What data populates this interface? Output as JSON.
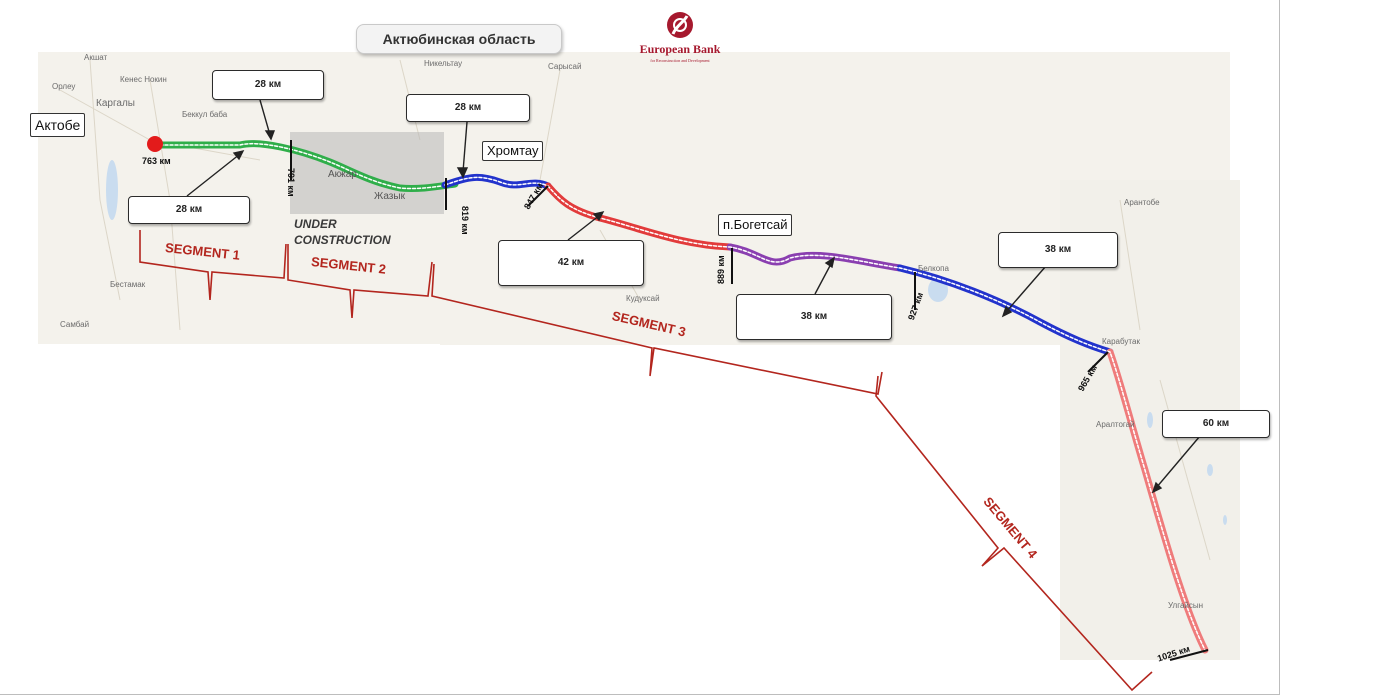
{
  "region_title": "Актюбинская область",
  "logo": {
    "name": "European Bank",
    "subtitle": "for Reconstruction and Development",
    "icon": "ebrd-logo-icon"
  },
  "cities": {
    "aktobe": "Актобе",
    "khromtau": "Хромтау",
    "bogetsai": "п.Богетсай"
  },
  "distance_boxes": [
    "28 км",
    "28 км",
    "28 км",
    "42 км",
    "38 км",
    "38 км",
    "60 км"
  ],
  "km_markers": [
    "763 км",
    "791 км",
    "819 км",
    "847 км",
    "889 км",
    "927 км",
    "965 км",
    "1025 км"
  ],
  "segments": [
    "SEGMENT 1",
    "SEGMENT 2",
    "SEGMENT 3",
    "SEGMENT 4"
  ],
  "construction_note": {
    "line1": "UNDER",
    "line2": "CONSTRUCTION"
  },
  "map_towns": {
    "akshat": "Акшат",
    "kenes": "Кенес Нокин",
    "orley": "Орлеу",
    "kargaly": "Каргалы",
    "bekkul": "Беккул баба",
    "nikeltau": "Никельтау",
    "sarysai": "Сарысай",
    "akzhar": "Акжар",
    "zhazyk": "Жазык",
    "kudyksai": "Кудуксай",
    "belkopa": "Белкопа",
    "arantobe": "Арантобе",
    "karabutak": "Карабутак",
    "araltogai": "Аралтогай",
    "ulgaisyn": "Улгайсын",
    "bestamak": "Бестамак",
    "sambai": "Самбай"
  },
  "colors": {
    "green_route": "#2fae4a",
    "blue_route": "#2233cc",
    "red_route": "#e23b3b",
    "purple_route": "#8a3fb0",
    "pink_route": "#ef7b7b",
    "segment_bracket": "#b3261e",
    "start_dot": "#e31b1b"
  }
}
